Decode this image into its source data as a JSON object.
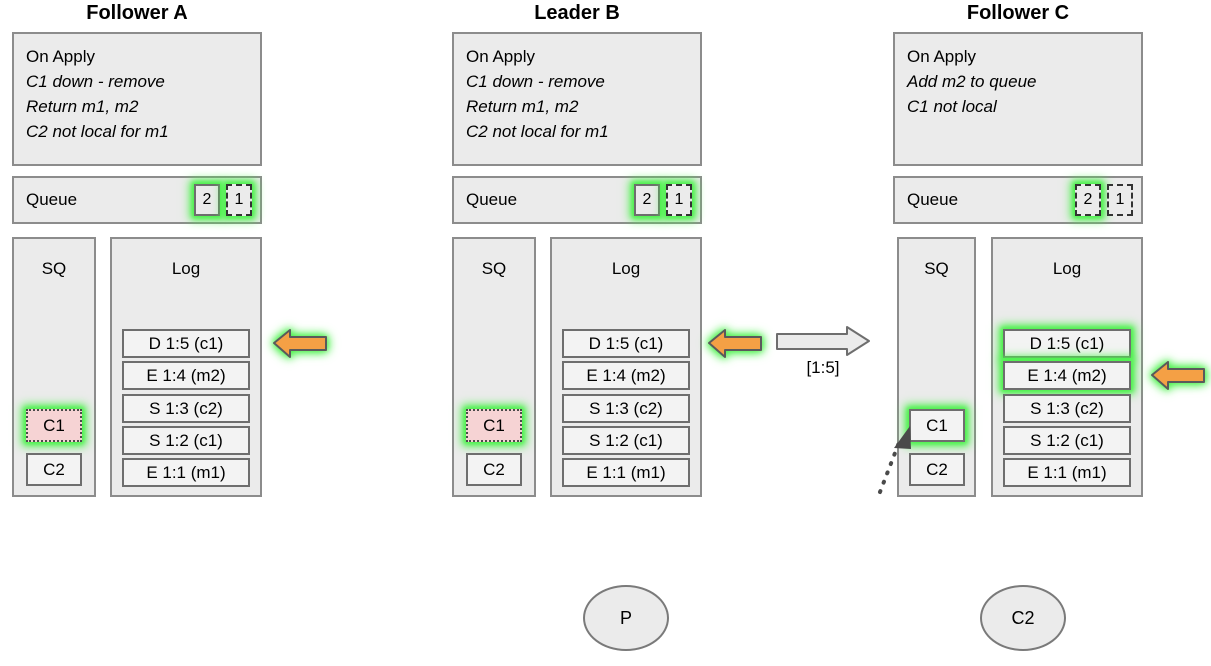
{
  "diagram": {
    "title_type": "raft-replication-state-diagram",
    "colors": {
      "panel_fill": "#ebebeb",
      "panel_border": "#8c8c8c",
      "cell_border": "#6e6e6e",
      "highlight_glow": "#4bf04b",
      "pink_fill": "#f6d3d4",
      "arrow_orange": "#f4a045",
      "arrow_gray_fill": "#ebebeb"
    }
  },
  "nodes": [
    {
      "id": "follower-a",
      "title": "Follower A",
      "apply": {
        "header": "On Apply",
        "lines": [
          "C1 down - remove",
          "Return m1, m2",
          "C2 not local for m1"
        ]
      },
      "queue": {
        "label": "Queue",
        "chips": [
          {
            "value": "2",
            "style": "solid",
            "highlight": true
          },
          {
            "value": "1",
            "style": "dashed",
            "highlight": true
          }
        ]
      },
      "sq": {
        "label": "SQ",
        "items": [
          {
            "value": "C1",
            "fill": "pink",
            "border": "dotted",
            "highlight": true
          },
          {
            "value": "C2",
            "fill": "white",
            "border": "solid",
            "highlight": false
          }
        ]
      },
      "log": {
        "label": "Log",
        "entries": [
          {
            "value": "D 1:5 (c1)",
            "highlight": false
          },
          {
            "value": "E 1:4 (m2)",
            "highlight": false
          },
          {
            "value": "S 1:3 (c2)",
            "highlight": false
          },
          {
            "value": "S 1:2 (c1)",
            "highlight": false
          },
          {
            "value": "E 1:1 (m1)",
            "highlight": false
          }
        ]
      }
    },
    {
      "id": "leader-b",
      "title": "Leader B",
      "apply": {
        "header": "On Apply",
        "lines": [
          "C1 down - remove",
          "Return m1, m2",
          "C2 not local for m1"
        ]
      },
      "queue": {
        "label": "Queue",
        "chips": [
          {
            "value": "2",
            "style": "solid",
            "highlight": true
          },
          {
            "value": "1",
            "style": "dashed",
            "highlight": true
          }
        ]
      },
      "sq": {
        "label": "SQ",
        "items": [
          {
            "value": "C1",
            "fill": "pink",
            "border": "dotted",
            "highlight": true
          },
          {
            "value": "C2",
            "fill": "white",
            "border": "solid",
            "highlight": false
          }
        ]
      },
      "log": {
        "label": "Log",
        "entries": [
          {
            "value": "D 1:5 (c1)",
            "highlight": false
          },
          {
            "value": "E 1:4 (m2)",
            "highlight": false
          },
          {
            "value": "S 1:3 (c2)",
            "highlight": false
          },
          {
            "value": "S 1:2 (c1)",
            "highlight": false
          },
          {
            "value": "E 1:1 (m1)",
            "highlight": false
          }
        ]
      }
    },
    {
      "id": "follower-c",
      "title": "Follower C",
      "apply": {
        "header": "On Apply",
        "lines": [
          "Add m2 to queue",
          "C1 not local"
        ]
      },
      "queue": {
        "label": "Queue",
        "chips": [
          {
            "value": "2",
            "style": "dashed",
            "highlight": true
          },
          {
            "value": "1",
            "style": "dashed",
            "highlight": false
          }
        ]
      },
      "sq": {
        "label": "SQ",
        "items": [
          {
            "value": "C1",
            "fill": "white",
            "border": "solid",
            "highlight": true
          },
          {
            "value": "C2",
            "fill": "white",
            "border": "solid",
            "highlight": false
          }
        ]
      },
      "log": {
        "label": "Log",
        "entries": [
          {
            "value": "D 1:5 (c1)",
            "highlight": true
          },
          {
            "value": "E 1:4 (m2)",
            "highlight": true
          },
          {
            "value": "S 1:3 (c2)",
            "highlight": false
          },
          {
            "value": "S 1:2 (c1)",
            "highlight": false
          },
          {
            "value": "E 1:1 (m1)",
            "highlight": false
          }
        ]
      }
    }
  ],
  "arrows": [
    {
      "id": "apply-pointer-a",
      "kind": "orange-left",
      "highlight": true,
      "label": ""
    },
    {
      "id": "apply-pointer-b",
      "kind": "orange-left",
      "highlight": true,
      "label": ""
    },
    {
      "id": "replicate-b-to-c",
      "kind": "gray-right",
      "highlight": false,
      "label": "[1:5]"
    },
    {
      "id": "apply-pointer-c",
      "kind": "orange-left",
      "highlight": true,
      "label": ""
    },
    {
      "id": "sq-dotted-c",
      "kind": "dotted-up-right",
      "highlight": false,
      "label": ""
    }
  ],
  "actors": [
    {
      "id": "actor-p",
      "label": "P"
    },
    {
      "id": "actor-c2",
      "label": "C2"
    }
  ]
}
